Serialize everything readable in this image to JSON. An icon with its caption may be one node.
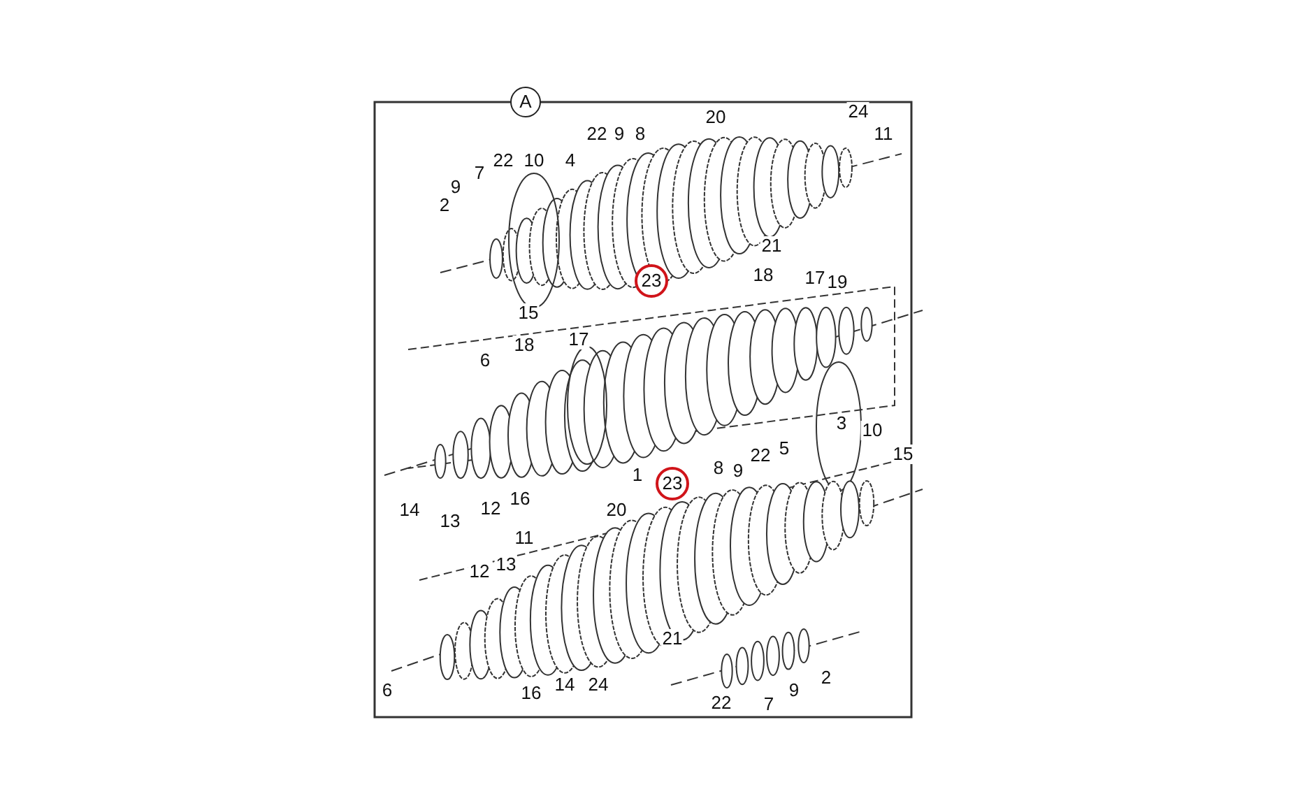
{
  "diagram": {
    "labels": [
      "A",
      "24",
      "20",
      "22",
      "9",
      "8",
      "11",
      "22",
      "10",
      "4",
      "7",
      "9",
      "2",
      "21",
      "18",
      "17",
      "23",
      "19",
      "15",
      "17",
      "18",
      "6",
      "3",
      "10",
      "15",
      "22",
      "5",
      "8",
      "9",
      "1",
      "23",
      "14",
      "16",
      "12",
      "13",
      "20",
      "11",
      "12",
      "13",
      "21",
      "2",
      "6",
      "16",
      "14",
      "24",
      "9",
      "22",
      "7"
    ]
  }
}
